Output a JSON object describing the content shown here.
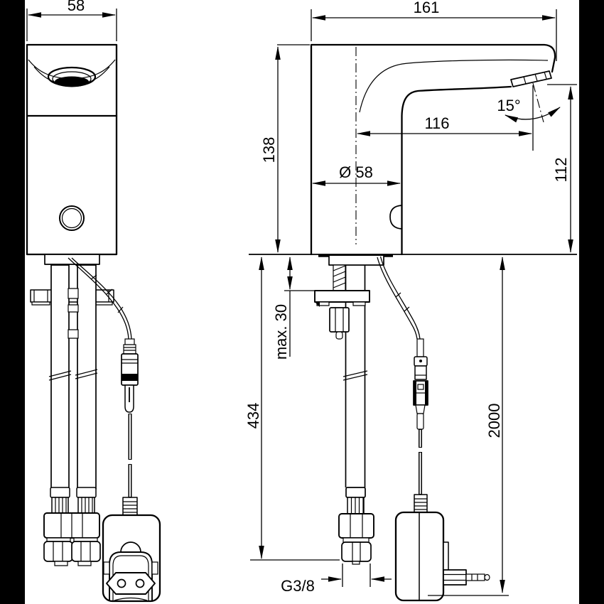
{
  "drawing": {
    "kind": "technical-dimension-drawing",
    "subject": "sensor faucet with supply hoses and plug-in power supply",
    "colors": {
      "ink": "#000000",
      "paper": "#ffffff",
      "matte_bars": "#000000"
    }
  },
  "dimensions": {
    "front_width": "58",
    "total_depth": "161",
    "body_height": "138",
    "spout_reach": "116",
    "outlet_angle": "15°",
    "outlet_height": "112",
    "body_diameter": "Ø 58",
    "max_deck_thickness": "max. 30",
    "hose_length": "434",
    "cable_length": "2000",
    "supply_thread": "G3/8"
  }
}
